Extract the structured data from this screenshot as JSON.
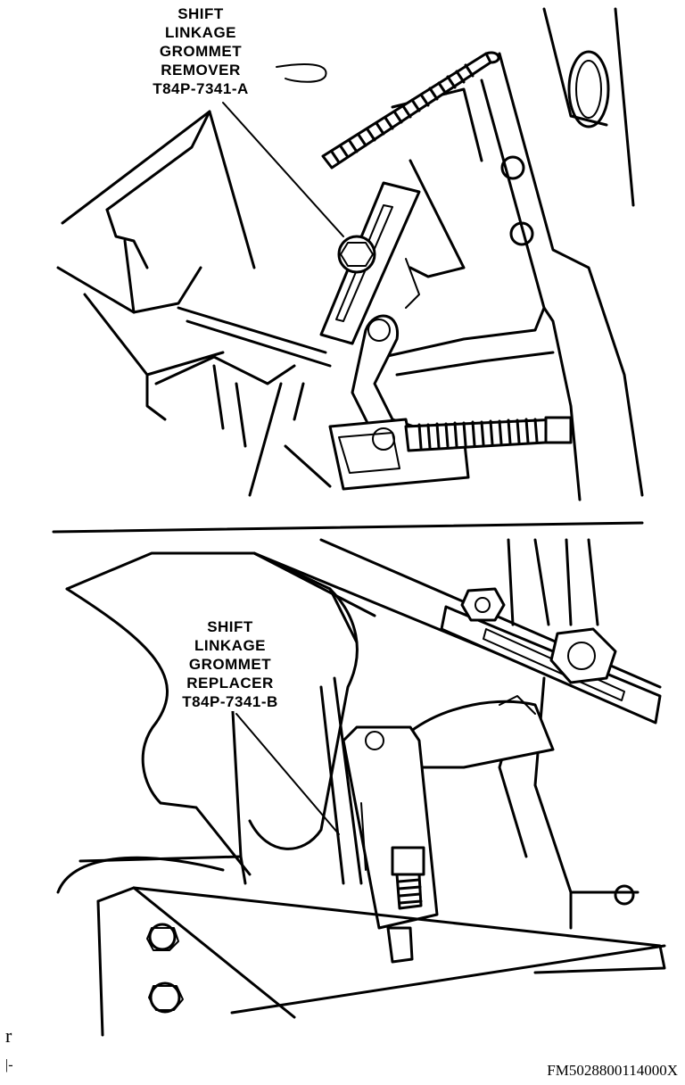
{
  "figure": {
    "top_callout": {
      "lines": [
        "SHIFT",
        "LINKAGE",
        "GROMMET",
        "REMOVER",
        "T84P-7341-A"
      ]
    },
    "bottom_callout": {
      "lines": [
        "SHIFT",
        "LINKAGE",
        "GROMMET",
        "REPLACER",
        "T84P-7341-B"
      ]
    },
    "figure_code": "FM5028800114000X",
    "edge_fragments": [
      "r",
      "|-"
    ]
  }
}
